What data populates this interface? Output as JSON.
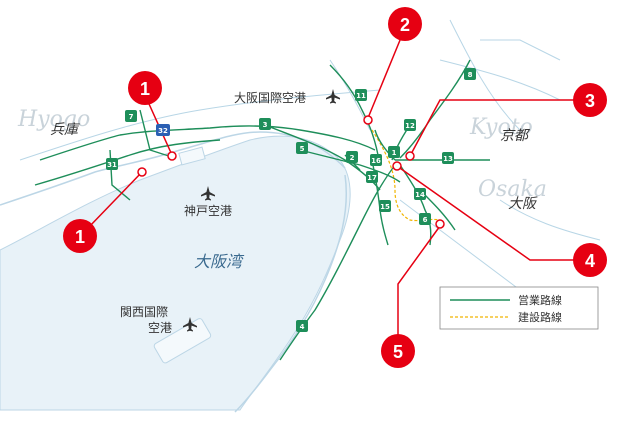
{
  "prefectures": {
    "hyogo_en": "Hyogo",
    "hyogo_jp": "兵庫",
    "kyoto_en": "Kyoto",
    "kyoto_jp": "京都",
    "osaka_en": "Osaka",
    "osaka_jp": "大阪"
  },
  "bay": "大阪湾",
  "airports": {
    "itami": "大阪国際空港",
    "kobe": "神戸空港",
    "kansai_line1": "関西国際",
    "kansai_line2": "空港"
  },
  "legend": {
    "operating": "営業路線",
    "construction": "建設路線"
  },
  "badges": [
    "1",
    "1",
    "2",
    "3",
    "4",
    "5"
  ],
  "routes": [
    "7",
    "32",
    "3",
    "5",
    "31",
    "2",
    "16",
    "17",
    "15",
    "6",
    "14",
    "13",
    "12",
    "11",
    "1",
    "8",
    "4"
  ],
  "colors": {
    "route_line": "#1e8e5a",
    "badge": "#e60012",
    "construction": "#f0b400",
    "water": "#e8f2f8",
    "coast": "#bcd6e6"
  }
}
